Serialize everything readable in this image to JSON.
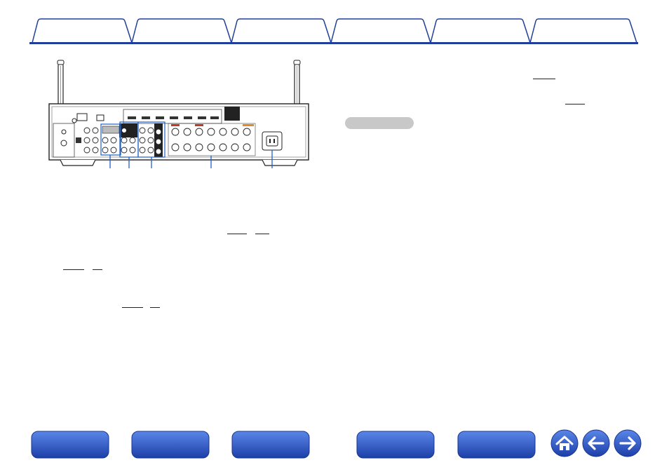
{
  "header": {
    "tabs": [
      {
        "id": "tab-1"
      },
      {
        "id": "tab-2"
      },
      {
        "id": "tab-3"
      },
      {
        "id": "tab-4"
      },
      {
        "id": "tab-5"
      },
      {
        "id": "tab-6"
      }
    ],
    "accent_color": "#1f3f9a"
  },
  "figure": {
    "subject": "rear-panel-illustration",
    "callouts": 5
  },
  "footer": {
    "buttons": [
      {
        "id": "footer-button-1"
      },
      {
        "id": "footer-button-2"
      },
      {
        "id": "footer-button-3"
      },
      {
        "id": "footer-button-4"
      },
      {
        "id": "footer-button-5"
      }
    ],
    "nav_icons": [
      "home-icon",
      "back-arrow-icon",
      "forward-arrow-icon"
    ],
    "button_color": "#2a55c8"
  }
}
